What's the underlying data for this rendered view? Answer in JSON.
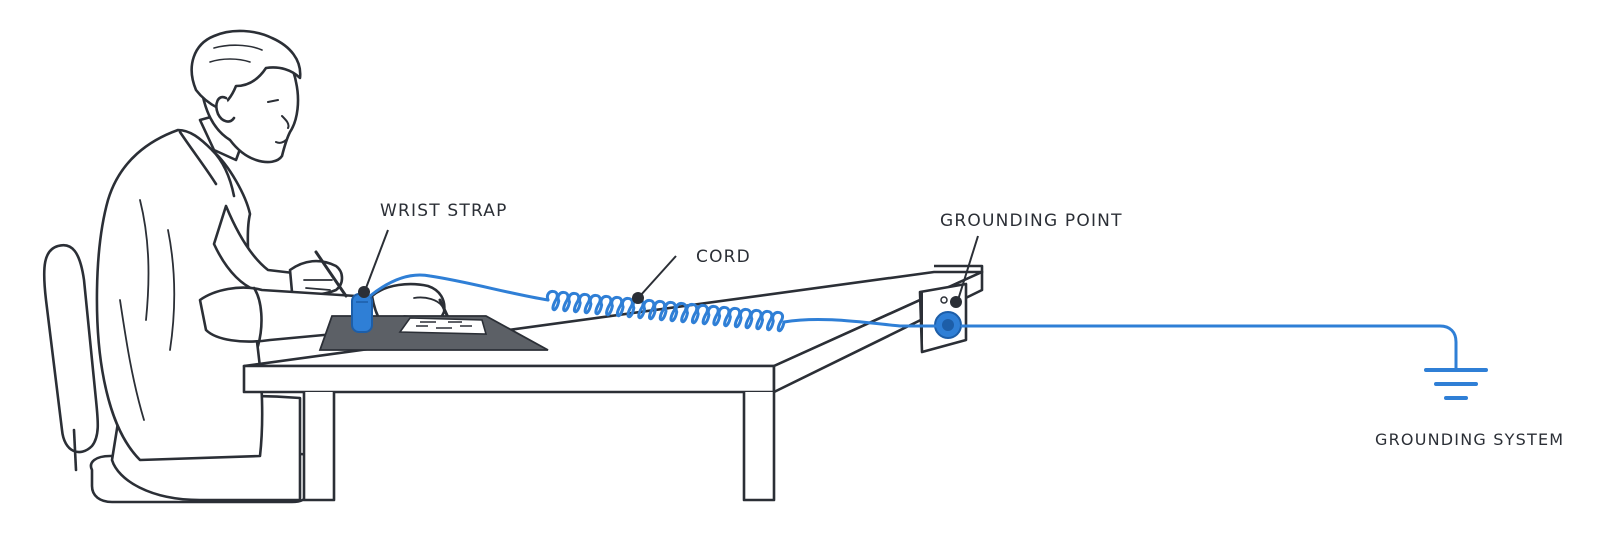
{
  "labels": {
    "wrist_strap": "WRIST STRAP",
    "cord": "CORD",
    "grounding_point": "GROUNDING POINT",
    "grounding_system": "GROUNDING SYSTEM"
  },
  "colors": {
    "line": "#2b2f36",
    "accent": "#2f7fd6",
    "mat": "#5c6066",
    "paper": "#ffffff"
  }
}
